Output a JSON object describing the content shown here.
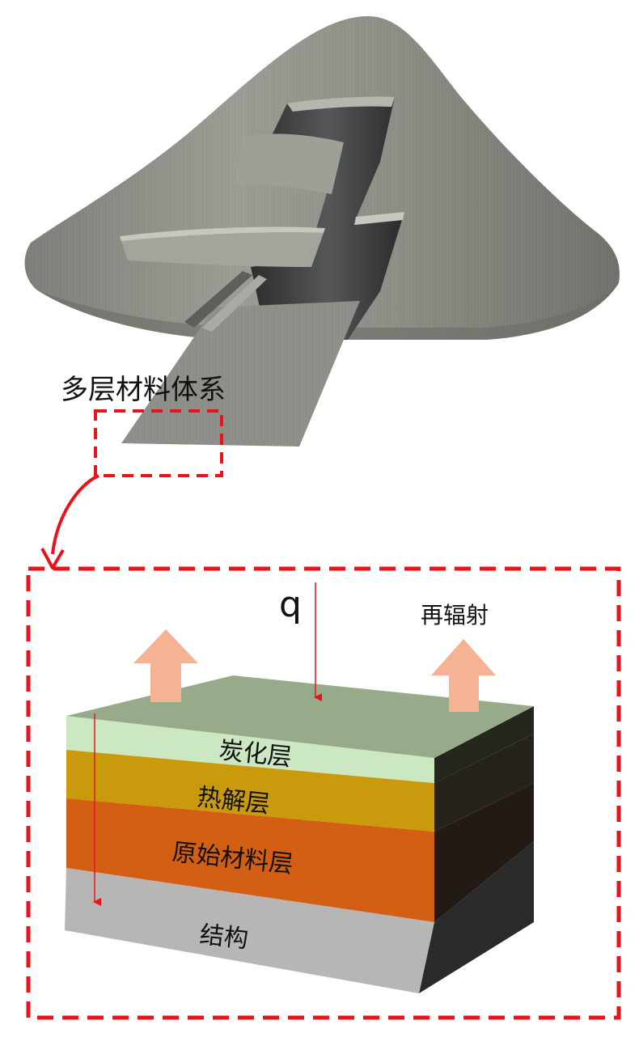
{
  "labels": {
    "system": "多层材料体系",
    "heat_flux": "q",
    "reradiation": "再辐射"
  },
  "layers": [
    {
      "name": "炭化层",
      "color": "#cce8c2"
    },
    {
      "name": "热解层",
      "color": "#c99a0c"
    },
    {
      "name": "原始材料层",
      "color": "#d25f14"
    },
    {
      "name": "结构",
      "color": "#b8b5b5"
    }
  ],
  "colors": {
    "dashed_frame": "#e8141c",
    "connector_arrow": "#e8141c",
    "heat_arrow": "#e8141c",
    "top_surface": "#97aa89",
    "side_face": "#2a2a25",
    "reradiation_arrow": "#f6b394",
    "model_surface": "#8f918a"
  },
  "icons": {
    "connector": "curved-arrow-icon",
    "heat_flux": "down-arrow-icon",
    "reradiation": "up-block-arrow-icon"
  }
}
